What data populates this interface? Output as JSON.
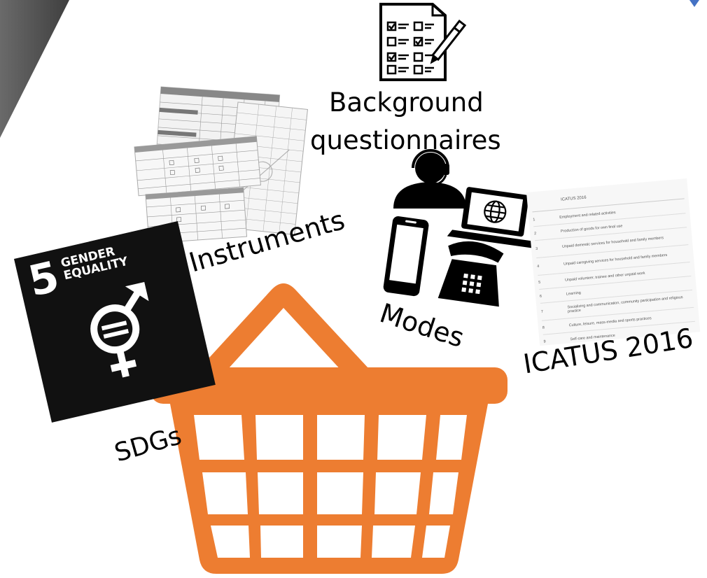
{
  "labels": {
    "background_line1": "Background",
    "background_line2": "questionnaires",
    "instruments": "Instruments",
    "modes": "Modes",
    "icatus": "ICATUS 2016",
    "sdgs": "SDGs"
  },
  "sdg_tile": {
    "number": "5",
    "line1": "GENDER",
    "line2": "EQUALITY",
    "background": "#111111"
  },
  "icatus_card": {
    "heading": "ICATUS 2016",
    "rows": [
      {
        "num": "1",
        "text": "Employment and related activities"
      },
      {
        "num": "2",
        "text": "Production of goods for own final use"
      },
      {
        "num": "3",
        "text": "Unpaid domestic services for household and family members"
      },
      {
        "num": "4",
        "text": "Unpaid caregiving services for household and family members"
      },
      {
        "num": "5",
        "text": "Unpaid volunteer, trainee and other unpaid work"
      },
      {
        "num": "6",
        "text": "Learning"
      },
      {
        "num": "7",
        "text": "Socializing and communication, community participation and religious practice"
      },
      {
        "num": "8",
        "text": "Culture, leisure, mass-media and sports practices"
      },
      {
        "num": "9",
        "text": "Self-care and maintenance"
      }
    ]
  },
  "colors": {
    "basket": "#ED7D31",
    "dark_band": "#555555",
    "text": "#000000",
    "corner_accent": "#4472C4"
  },
  "icons": [
    "checklist-questionnaire-icon",
    "headset-person-icon",
    "laptop-globe-icon",
    "mobile-phone-icon",
    "telephone-icon",
    "shopping-basket-icon",
    "gender-equality-icon"
  ]
}
